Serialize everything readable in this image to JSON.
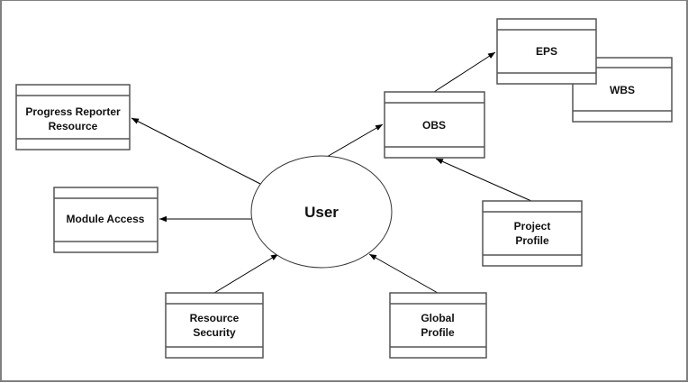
{
  "diagram": {
    "center": {
      "id": "user",
      "label": "User"
    },
    "nodes": [
      {
        "id": "progress-reporter-resource",
        "lines": [
          "Progress Reporter",
          "Resource"
        ]
      },
      {
        "id": "module-access",
        "lines": [
          "Module Access"
        ]
      },
      {
        "id": "obs",
        "lines": [
          "OBS"
        ]
      },
      {
        "id": "eps",
        "lines": [
          "EPS"
        ]
      },
      {
        "id": "wbs",
        "lines": [
          "WBS"
        ]
      },
      {
        "id": "project-profile",
        "lines": [
          "Project",
          "Profile"
        ]
      },
      {
        "id": "resource-security",
        "lines": [
          "Resource",
          "Security"
        ]
      },
      {
        "id": "global-profile",
        "lines": [
          "Global",
          "Profile"
        ]
      }
    ],
    "edges": [
      {
        "from": "user",
        "to": "progress-reporter-resource"
      },
      {
        "from": "user",
        "to": "module-access"
      },
      {
        "from": "user",
        "to": "obs"
      },
      {
        "from": "obs",
        "to": "eps"
      },
      {
        "from": "project-profile",
        "to": "obs"
      },
      {
        "from": "resource-security",
        "to": "user"
      },
      {
        "from": "global-profile",
        "to": "user"
      }
    ]
  }
}
